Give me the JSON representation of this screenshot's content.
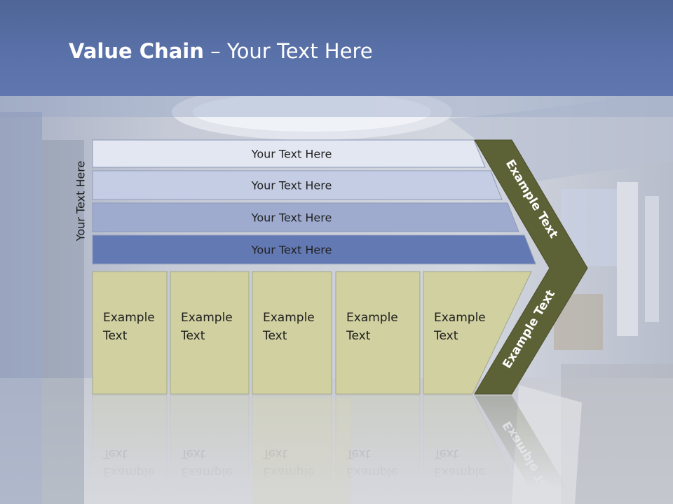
{
  "slide": {
    "title_bold": "Value Chain",
    "title_sep": " – ",
    "title_rest": "Your Text Here",
    "vertical_label": "Your Text Here"
  },
  "support_bars": [
    {
      "label": "Your Text Here",
      "color": "#e3e7f2"
    },
    {
      "label": "Your Text Here",
      "color": "#c4cde3"
    },
    {
      "label": "Your Text Here",
      "color": "#9eabcf"
    },
    {
      "label": "Your Text Here",
      "color": "#6379b3"
    }
  ],
  "primary_boxes": [
    {
      "line1": "Example",
      "line2": "Text"
    },
    {
      "line1": "Example",
      "line2": "Text"
    },
    {
      "line1": "Example",
      "line2": "Text"
    },
    {
      "line1": "Example",
      "line2": "Text"
    },
    {
      "line1": "Example",
      "line2": "Text"
    }
  ],
  "chevron": {
    "upper_text": "Example Text",
    "lower_text": "Example Text",
    "color": "#5c6136"
  },
  "colors": {
    "header": "#5a72aa",
    "box_fill": "#d0d0a0",
    "box_border": "#a4a78a"
  }
}
